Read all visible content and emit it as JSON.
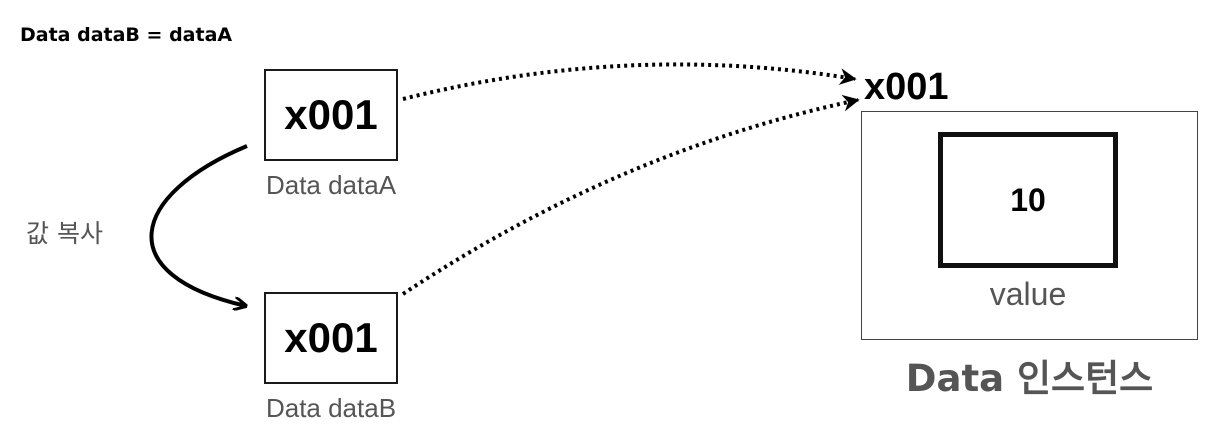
{
  "title": "Data dataB = dataA",
  "ref_a": {
    "value": "x001",
    "label": "Data dataA"
  },
  "ref_b": {
    "value": "x001",
    "label": "Data dataB"
  },
  "copy_label": "값 복사",
  "instance": {
    "address": "x001",
    "value": "10",
    "value_label": "value",
    "label": "Data 인스턴스"
  },
  "colors": {
    "stroke": "#000000",
    "label_gray": "#555555"
  }
}
